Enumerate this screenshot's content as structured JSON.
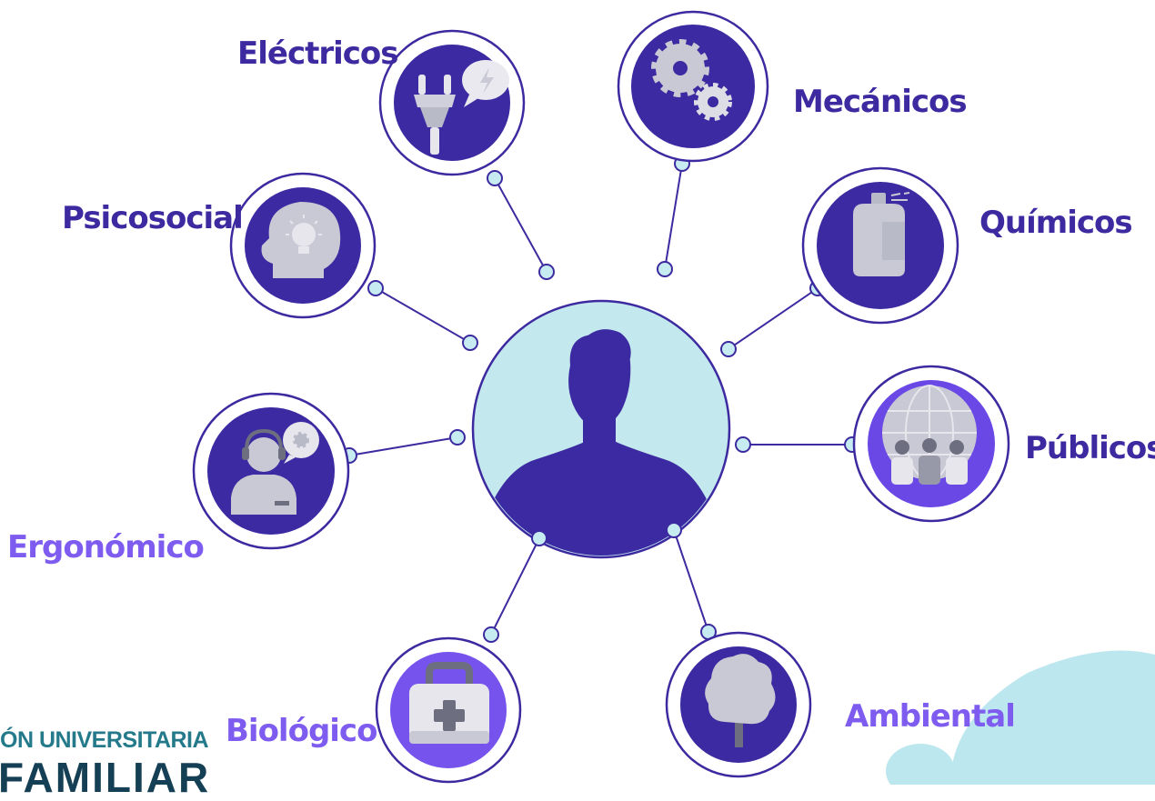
{
  "categories": {
    "electricos": "Eléctricos",
    "mecanicos": "Mecánicos",
    "psicosocial": "Psicosocial",
    "quimicos": "Químicos",
    "ergonomico": "Ergonómico",
    "publicos": "Públicos",
    "biologico": "Biológico",
    "ambiental": "Ambiental"
  },
  "brand": {
    "line1": "ÓN UNIVERSITARIA",
    "line2": "FAMILIAR"
  },
  "colors": {
    "dark_label": "#3d2aa0",
    "light_label": "#7e5cf0",
    "node_fill": "#3b2aa1",
    "center_fill": "#c3e8ee",
    "connector": "#c6ecf2"
  }
}
